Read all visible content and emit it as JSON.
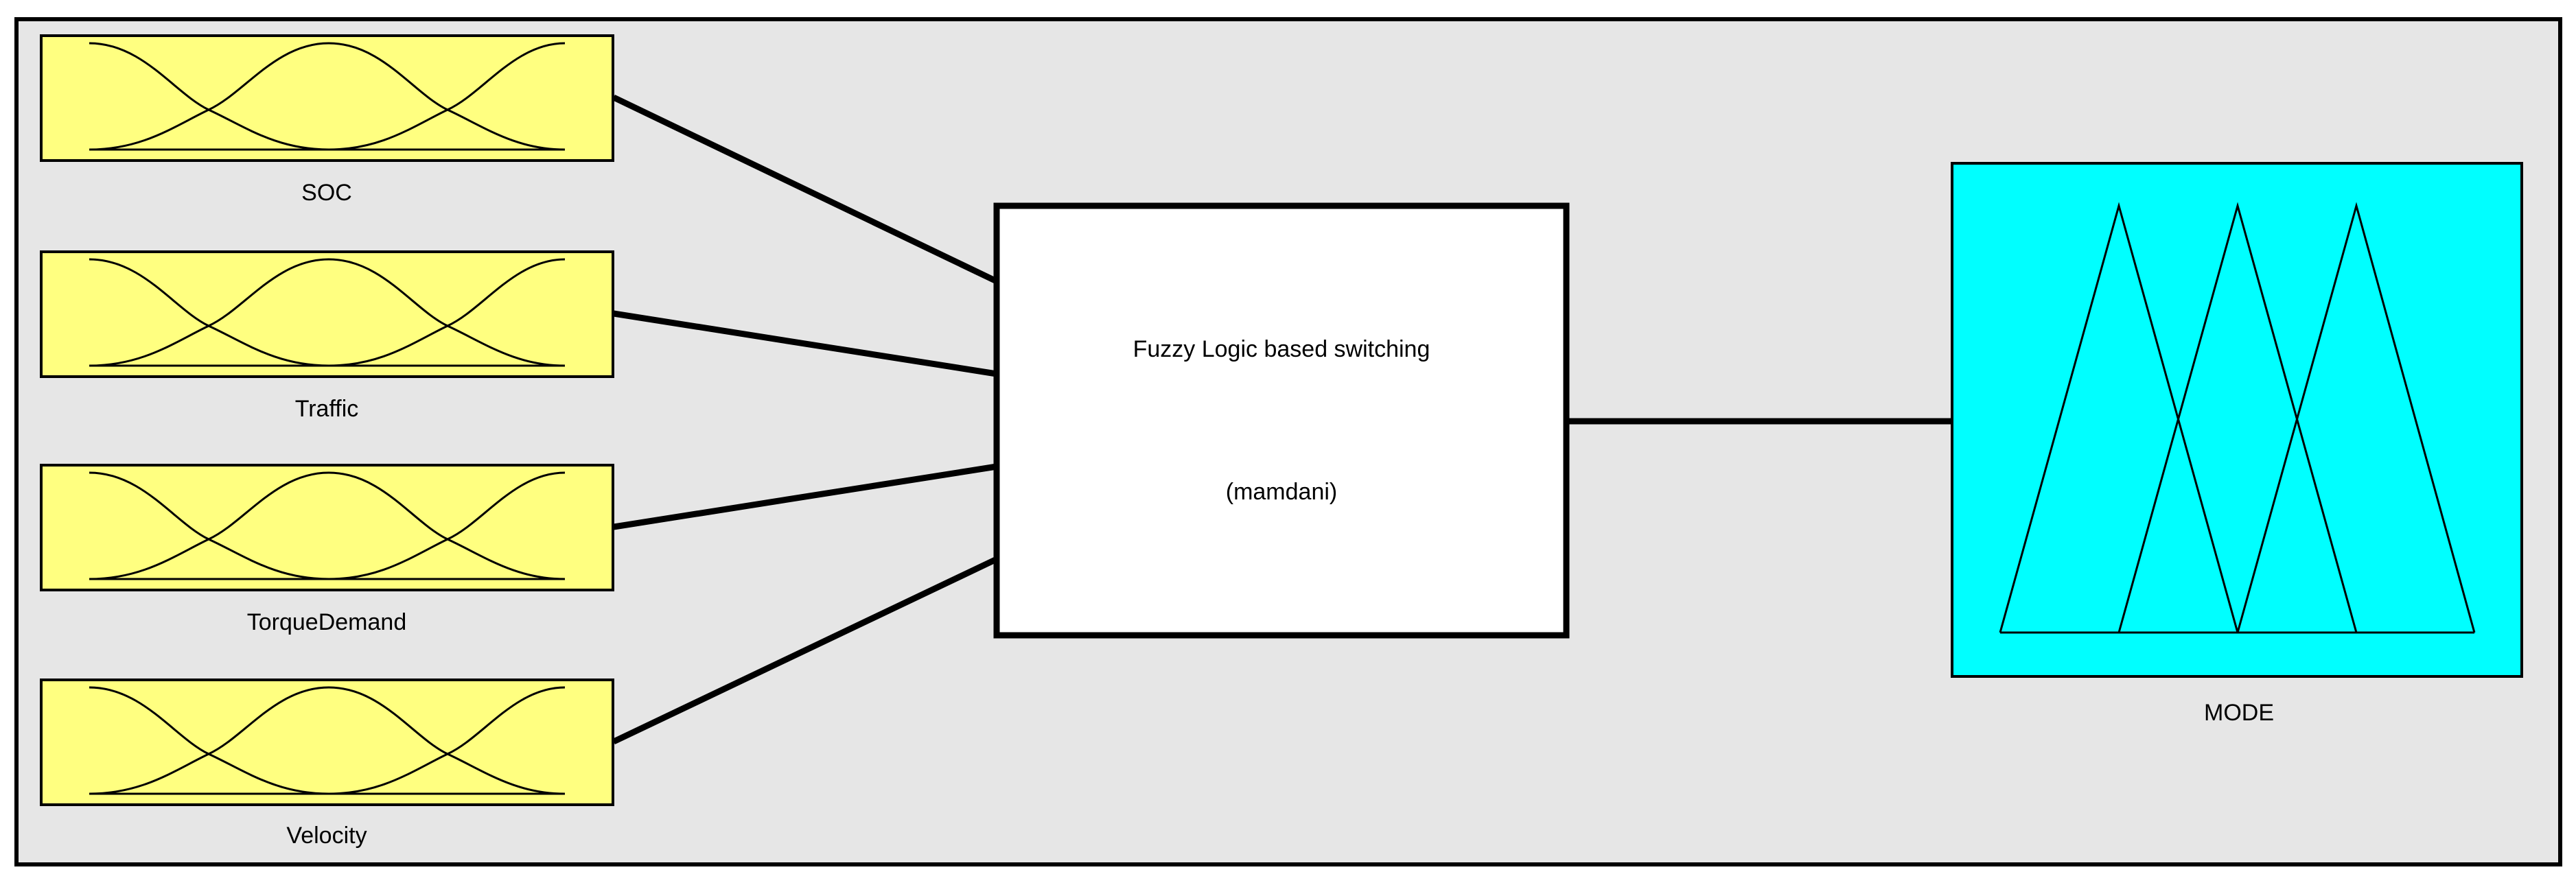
{
  "system": {
    "title": "Fuzzy Logic based switching",
    "type": "(mamdani)"
  },
  "inputs": [
    {
      "name": "SOC"
    },
    {
      "name": "Traffic"
    },
    {
      "name": "TorqueDemand"
    },
    {
      "name": "Velocity"
    }
  ],
  "output": {
    "name": "MODE"
  },
  "colors": {
    "background": "#e6e6e6",
    "input_fill": "#ffff80",
    "output_fill": "#00ffff",
    "system_fill": "#ffffff",
    "stroke": "#000000"
  }
}
